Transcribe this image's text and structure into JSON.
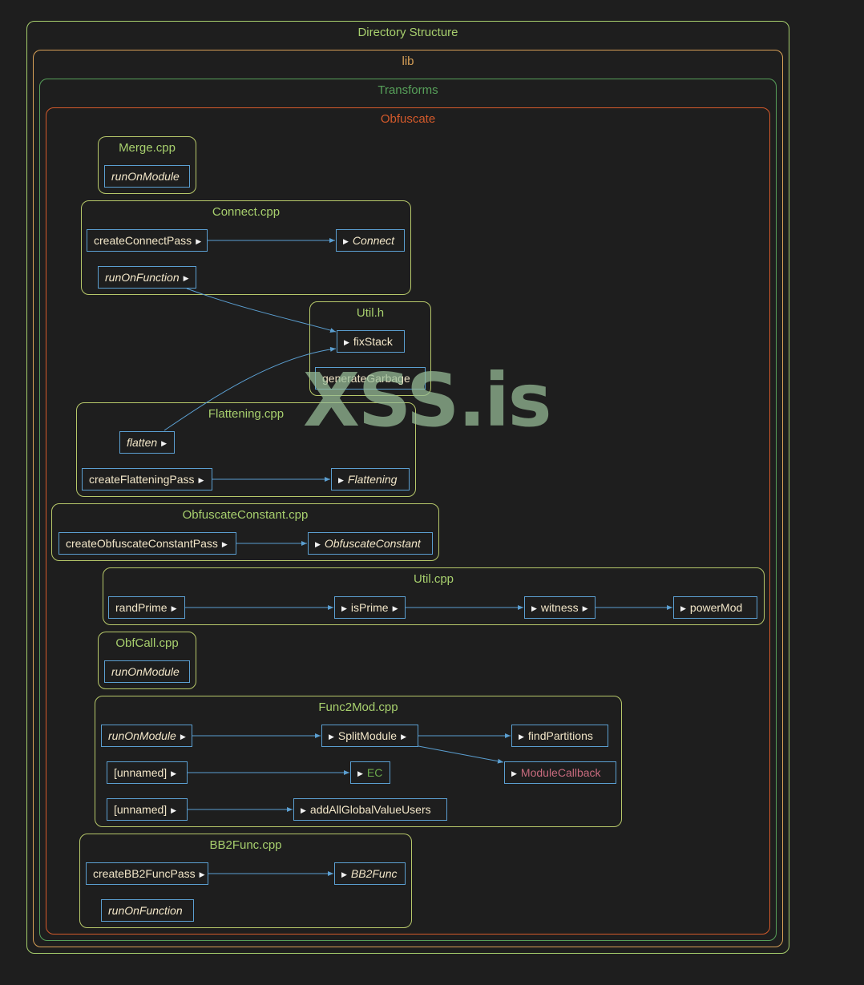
{
  "colors": {
    "background": "#1e1e1e",
    "edge": "#5b9fd1",
    "node_text": "#f2e6c8",
    "node_border": "#5b9fd1",
    "file_border": "#b7c86a",
    "file_title": "#a7cf6d",
    "folder_root": "#a7cf6d",
    "folder_lib": "#d7a057",
    "folder_transforms": "#57a05a",
    "folder_obfuscate": "#d45a2b",
    "ec_text": "#6cab4c",
    "callback_text": "#c86b7e",
    "watermark": "#99be99"
  },
  "folders": {
    "root": "Directory Structure",
    "lib": "lib",
    "transforms": "Transforms",
    "obfuscate": "Obfuscate"
  },
  "files": {
    "merge": {
      "title": "Merge.cpp",
      "nodes": {
        "runOnModule": "runOnModule"
      }
    },
    "connect": {
      "title": "Connect.cpp",
      "nodes": {
        "createConnectPass": "createConnectPass",
        "connect": "Connect",
        "runOnFunction": "runOnFunction"
      }
    },
    "util_h": {
      "title": "Util.h",
      "nodes": {
        "fixStack": "fixStack",
        "generateGarbage": "generateGarbage"
      }
    },
    "flattening": {
      "title": "Flattening.cpp",
      "nodes": {
        "flatten": "flatten",
        "createFlatteningPass": "createFlatteningPass",
        "flattening": "Flattening"
      }
    },
    "obfuscate_constant": {
      "title": "ObfuscateConstant.cpp",
      "nodes": {
        "createPass": "createObfuscateConstantPass",
        "obfuscateConstant": "ObfuscateConstant"
      }
    },
    "util_cpp": {
      "title": "Util.cpp",
      "nodes": {
        "randPrime": "randPrime",
        "isPrime": "isPrime",
        "witness": "witness",
        "powerMod": "powerMod"
      }
    },
    "obfcall": {
      "title": "ObfCall.cpp",
      "nodes": {
        "runOnModule": "runOnModule"
      }
    },
    "func2mod": {
      "title": "Func2Mod.cpp",
      "nodes": {
        "runOnModule": "runOnModule",
        "splitModule": "SplitModule",
        "findPartitions": "findPartitions",
        "unnamed1": "[unnamed]",
        "ec": "EC",
        "moduleCallback": "ModuleCallback",
        "unnamed2": "[unnamed]",
        "addAllGlobalValueUsers": "addAllGlobalValueUsers"
      }
    },
    "bb2func": {
      "title": "BB2Func.cpp",
      "nodes": {
        "createBB2FuncPass": "createBB2FuncPass",
        "bb2func": "BB2Func",
        "runOnFunction": "runOnFunction"
      }
    }
  },
  "watermark": "XSS.is"
}
